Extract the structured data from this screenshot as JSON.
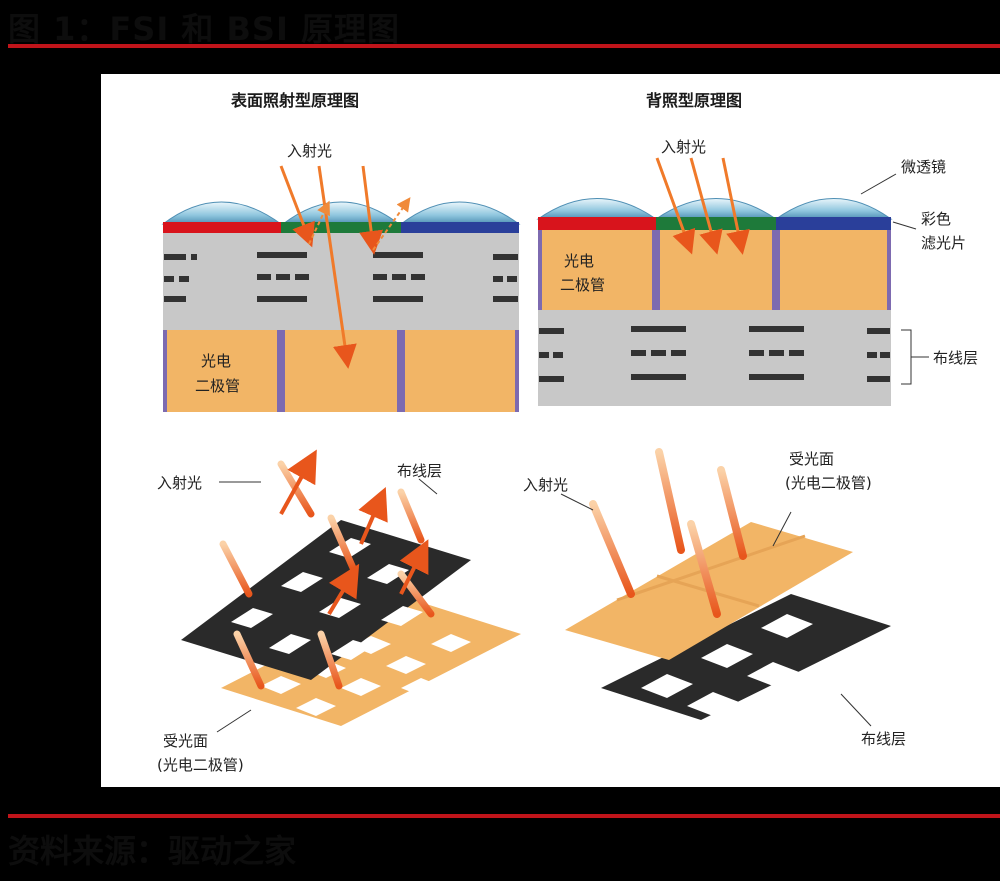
{
  "header": {
    "title": "图 1：FSI 和 BSI 原理图"
  },
  "footer": {
    "source": "资料来源：驱动之家"
  },
  "figure": {
    "fsi": {
      "title": "表面照射型原理图",
      "incident_light": "入射光",
      "photodiode_line1": "光电",
      "photodiode_line2": "二极管",
      "iso_incident_light": "入射光",
      "iso_wiring": "布线层",
      "iso_receiving_line1": "受光面",
      "iso_receiving_line2": "(光电二极管)"
    },
    "bsi": {
      "title": "背照型原理图",
      "incident_light": "入射光",
      "microlens": "微透镜",
      "color_filter_line1": "彩色",
      "color_filter_line2": "滤光片",
      "wiring": "布线层",
      "photodiode_line1": "光电",
      "photodiode_line2": "二极管",
      "iso_incident_light": "入射光",
      "iso_receiving_line1": "受光面",
      "iso_receiving_line2": "(光电二极管)",
      "iso_wiring": "布线层"
    },
    "colors": {
      "red_filter": "#d8141c",
      "green_filter": "#1e7a3a",
      "blue_filter": "#2a3f9a",
      "photodiode": "#f2b566",
      "wiring_grey": "#c8c8c8",
      "arrow": "#f07a2a",
      "separator": "#7d6ab0"
    }
  }
}
